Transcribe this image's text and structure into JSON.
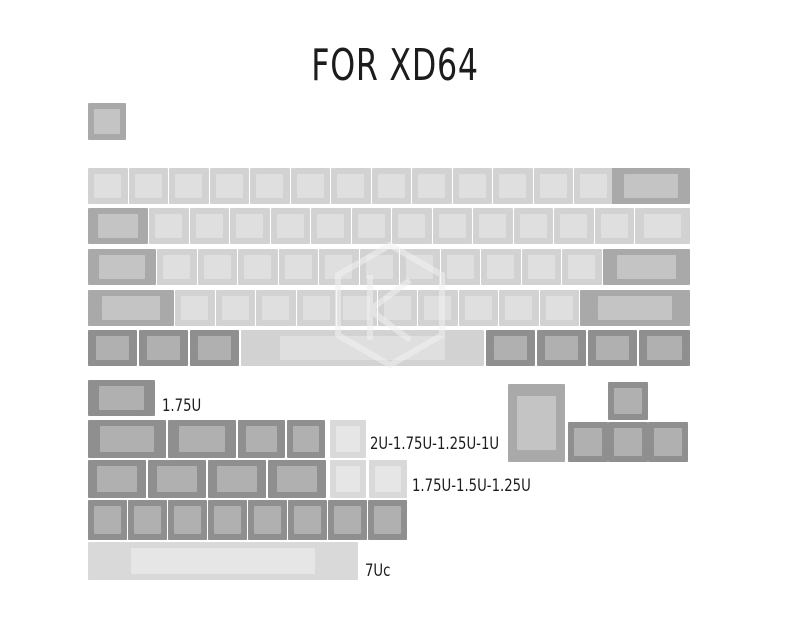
{
  "title": "FOR XD64",
  "labels": {
    "l1": "1.75U",
    "l2": "2U-1.75U-1.25U-1U",
    "l3": "1.75U-1.5U-1.25U",
    "l4": "7Uc"
  },
  "colors": {
    "alpha": "#d2d2d2",
    "modifier": "#a9a9a9",
    "dark_modifier": "#8f8f8f",
    "spacebar": "#d9d9d9"
  },
  "icons": [
    "kbdfans-logo-watermark"
  ]
}
